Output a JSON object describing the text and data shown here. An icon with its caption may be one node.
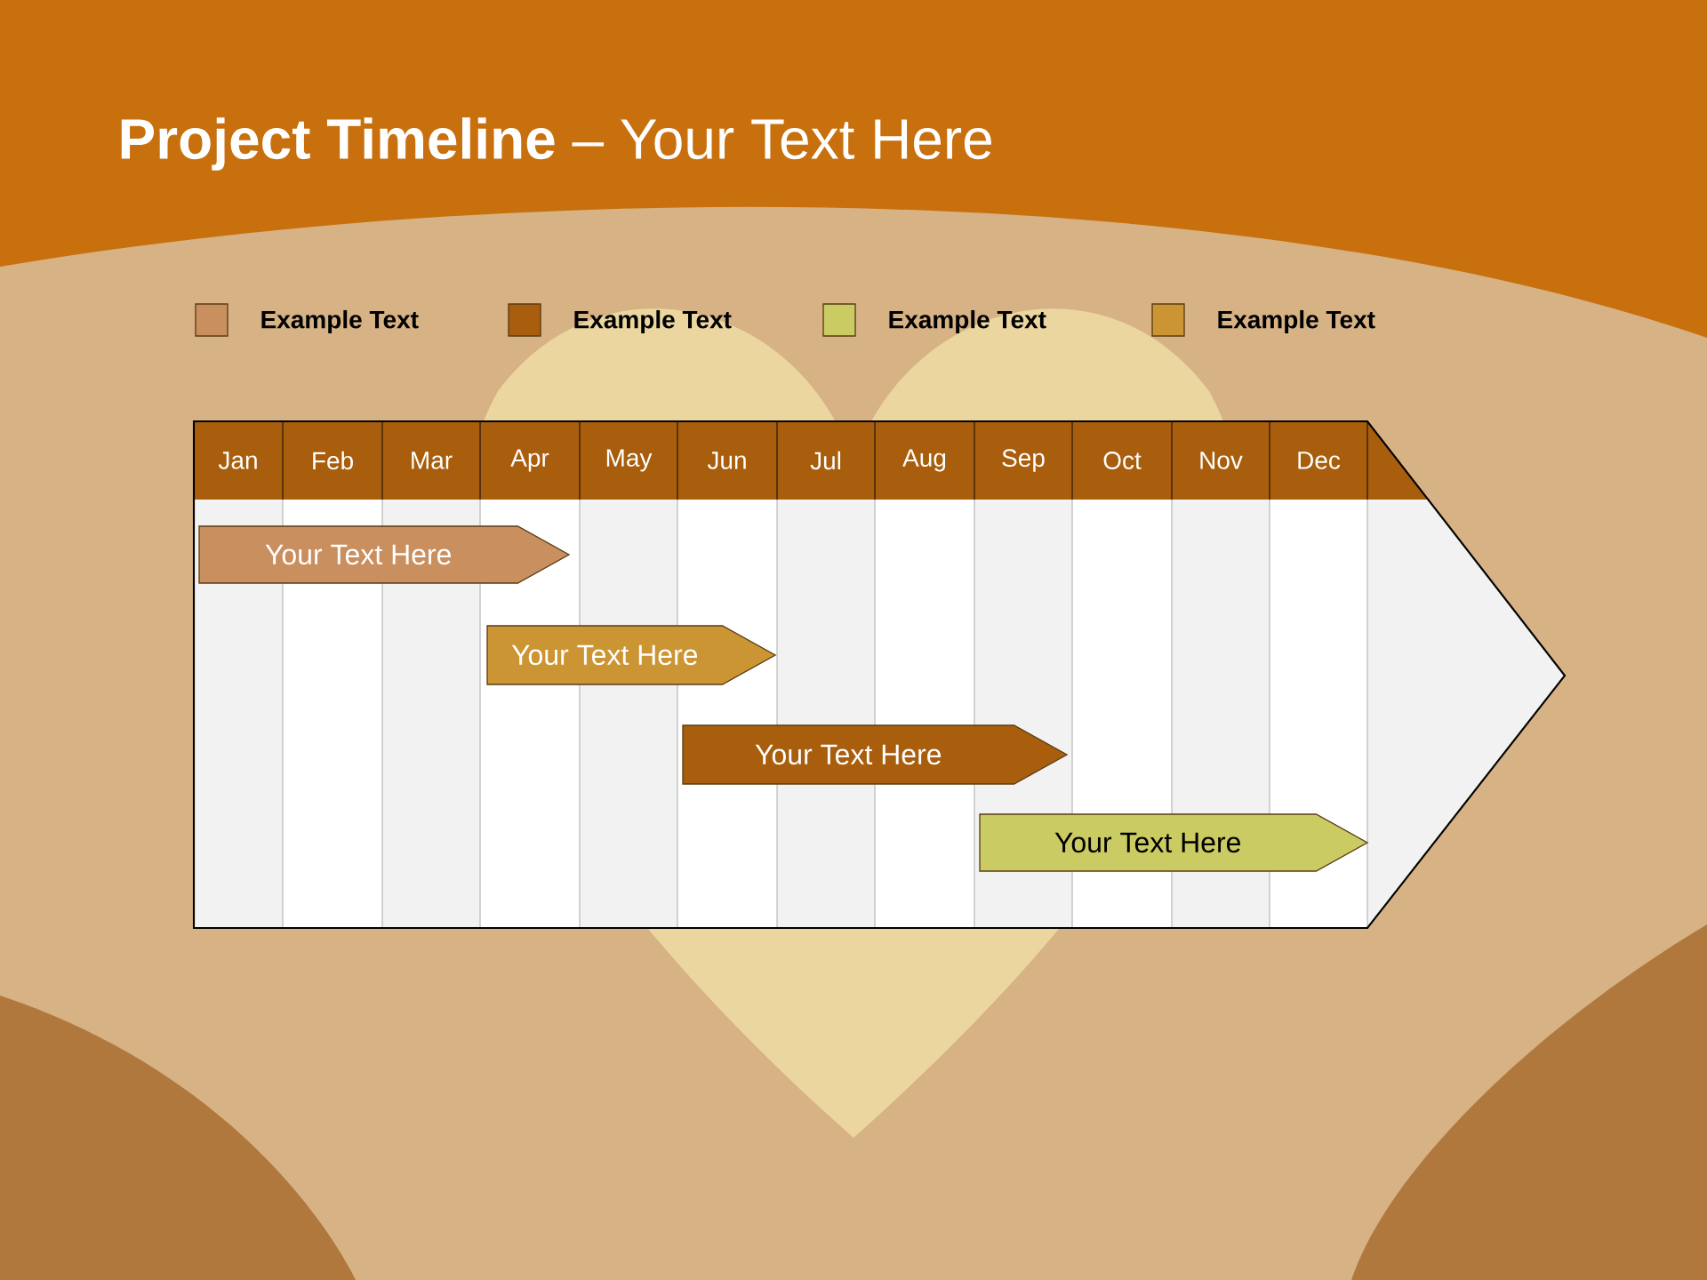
{
  "diagram": {
    "title": "**Project Timeline** – Your Text Here",
    "nodes": [
      {
        "text": [
          "Your  Text Here"
        ]
      },
      {
        "text": [
          "Your  Text Here"
        ]
      },
      {
        "text": [
          "Your  Text Here"
        ]
      },
      {
        "text": [
          "Your  Text Here"
        ]
      }
    ],
    "edges": [],
    "labels": [
      "Jan",
      "Feb",
      "Mar",
      "Apr",
      "May",
      "Jun",
      "Jul",
      "Aug",
      "Sep",
      "Oct",
      "Nov",
      "Dec"
    ],
    "legend": [
      {
        "text": "Example Text",
        "color": "#c98f5f"
      },
      {
        "text": "Example Text",
        "color": "#a85e0c"
      },
      {
        "text": "Example Text",
        "color": "#cbcb63"
      },
      {
        "text": "Example Text",
        "color": "#cc9533"
      }
    ]
  }
}
